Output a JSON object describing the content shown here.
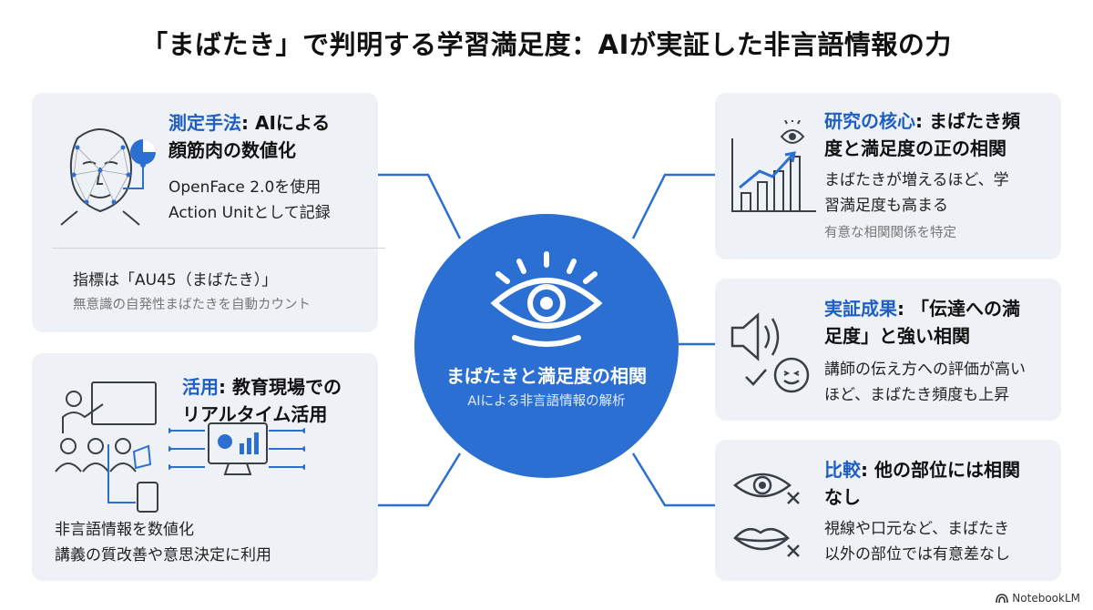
{
  "title": "「まばたき」で判明する学習満足度：AIが実証した非言語情報の力",
  "center": {
    "title": "まばたきと満足度の相関",
    "subtitle": "AIによる非言語情報の解析"
  },
  "cards": {
    "method": {
      "keyword": "測定手法",
      "title_rest_1": ": AIによる",
      "title_line2": "顔筋肉の数値化",
      "body_1": "OpenFace 2.0を使用",
      "body_2": "Action Unitとして記録",
      "indicator": "指標は「AU45（まばたき）」",
      "indicator_sub": "無意識の自発性まばたきを自動カウント"
    },
    "application": {
      "keyword": "活用",
      "title_rest_1": ": 教育現場での",
      "title_line2": "リアルタイム活用",
      "body_1": "非言語情報を数値化",
      "body_2": "講義の質改善や意思決定に利用"
    },
    "core": {
      "keyword": "研究の核心",
      "title_rest_1": ": まばたき頻",
      "title_line2": "度と満足度の正の相関",
      "body_1": "まばたきが増えるほど、学",
      "body_2": "習満足度も高まる",
      "sub": "有意な相関関係を特定"
    },
    "result": {
      "keyword": "実証成果",
      "title_rest_1": ": 「伝達への満",
      "title_line2": "足度」と強い相関",
      "body_1": "講師の伝え方への評価が高い",
      "body_2": "ほど、まばたき頻度も上昇"
    },
    "compare": {
      "keyword": "比較",
      "title_rest_1": ": 他の部位には相関",
      "title_line2": "なし",
      "body_1": "視線や口元など、まばたき",
      "body_2": "以外の部位では有意差なし"
    }
  },
  "watermark": "NotebookLM",
  "colors": {
    "accent": "#2a6fd1",
    "keyword": "#1f5fc2",
    "card_bg": "#eef1f5",
    "icon_dark": "#3a3f47"
  },
  "icons": [
    "face-mesh-icon",
    "pie-chart-icon",
    "classroom-icon",
    "monitor-chart-icon",
    "tablet-icon",
    "eye-icon",
    "growth-chart-icon",
    "speaker-icon",
    "smile-icon",
    "check-icon",
    "eye-x-icon",
    "lips-x-icon",
    "notebooklm-logo-icon"
  ]
}
